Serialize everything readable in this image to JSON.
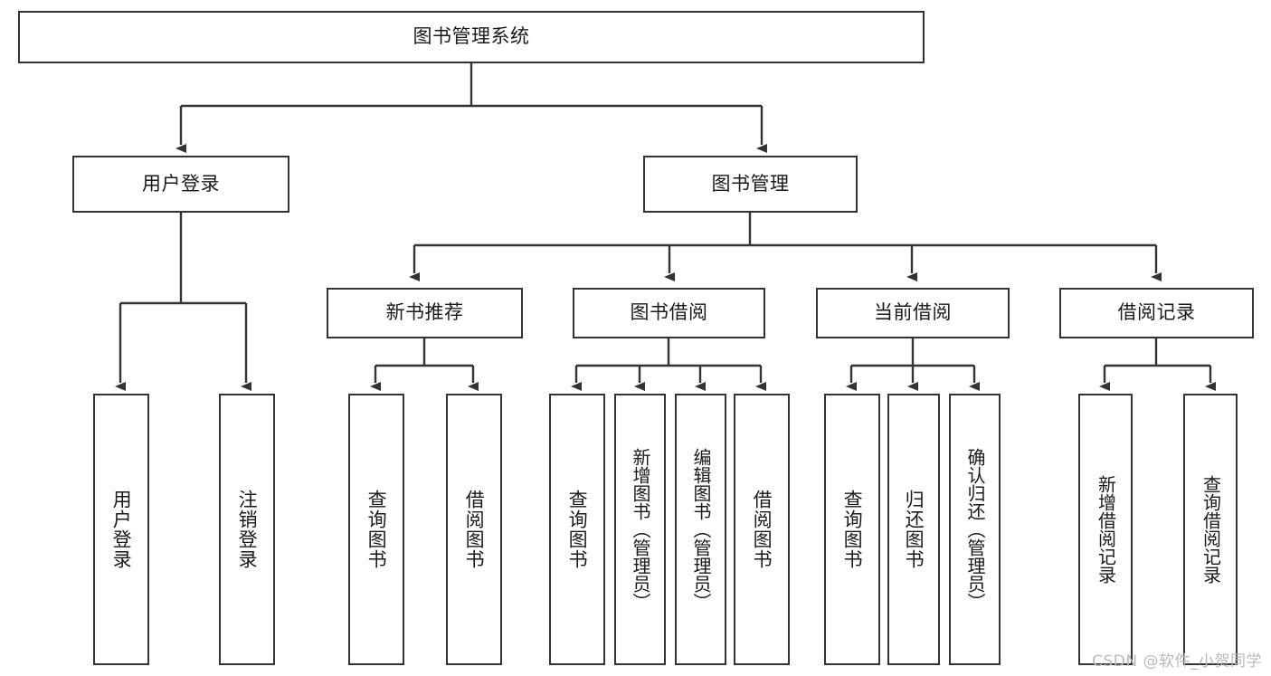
{
  "diagram": {
    "title": "图书管理系统",
    "type": "tree",
    "watermark": "CSDN @软件_小贺同学",
    "colors": {
      "box_border": "#333333",
      "box_fill": "#ffffff",
      "text": "#1a1a1a",
      "connector": "#333333",
      "watermark": "#b9b9b9",
      "background": "#ffffff"
    },
    "levels": {
      "root": "图书管理系统",
      "level2": [
        "用户登录",
        "图书管理"
      ],
      "level3": [
        "新书推荐",
        "图书借阅",
        "当前借阅",
        "借阅记录"
      ]
    },
    "nodes": {
      "root": {
        "label": "图书管理系统",
        "orientation": "horizontal"
      },
      "user_login": {
        "label": "用户登录",
        "orientation": "horizontal"
      },
      "book_manage": {
        "label": "图书管理",
        "orientation": "horizontal"
      },
      "new_book_rec": {
        "label": "新书推荐",
        "orientation": "horizontal"
      },
      "book_borrow": {
        "label": "图书借阅",
        "orientation": "horizontal"
      },
      "current_borrow": {
        "label": "当前借阅",
        "orientation": "horizontal"
      },
      "borrow_record": {
        "label": "借阅记录",
        "orientation": "horizontal"
      },
      "leaf_user_login": {
        "label": "用户登录",
        "orientation": "vertical"
      },
      "leaf_logout": {
        "label": "注销登录",
        "orientation": "vertical"
      },
      "leaf_query_book_1": {
        "label": "查询图书",
        "orientation": "vertical"
      },
      "leaf_borrow_book_1": {
        "label": "借阅图书",
        "orientation": "vertical"
      },
      "leaf_query_book_2": {
        "label": "查询图书",
        "orientation": "vertical"
      },
      "leaf_add_book": {
        "label": "新增图书（管理员）",
        "orientation": "vertical"
      },
      "leaf_edit_book": {
        "label": "编辑图书（管理员）",
        "orientation": "vertical"
      },
      "leaf_borrow_book_2": {
        "label": "借阅图书",
        "orientation": "vertical"
      },
      "leaf_query_book_3": {
        "label": "查询图书",
        "orientation": "vertical"
      },
      "leaf_return_book": {
        "label": "归还图书",
        "orientation": "vertical"
      },
      "leaf_confirm_return": {
        "label": "确认归还（管理员）",
        "orientation": "vertical"
      },
      "leaf_add_record": {
        "label": "新增借阅记录",
        "orientation": "vertical"
      },
      "leaf_query_record": {
        "label": "查询借阅记录",
        "orientation": "vertical"
      }
    },
    "edges": [
      {
        "from": "图书管理系统",
        "to": "用户登录"
      },
      {
        "from": "图书管理系统",
        "to": "图书管理"
      },
      {
        "from": "图书管理",
        "to": "新书推荐"
      },
      {
        "from": "图书管理",
        "to": "图书借阅"
      },
      {
        "from": "图书管理",
        "to": "当前借阅"
      },
      {
        "from": "图书管理",
        "to": "借阅记录"
      },
      {
        "from": "用户登录",
        "to": "用户登录"
      },
      {
        "from": "用户登录",
        "to": "注销登录"
      },
      {
        "from": "新书推荐",
        "to": "查询图书"
      },
      {
        "from": "新书推荐",
        "to": "借阅图书"
      },
      {
        "from": "图书借阅",
        "to": "查询图书"
      },
      {
        "from": "图书借阅",
        "to": "新增图书（管理员）"
      },
      {
        "from": "图书借阅",
        "to": "编辑图书（管理员）"
      },
      {
        "from": "图书借阅",
        "to": "借阅图书"
      },
      {
        "from": "当前借阅",
        "to": "查询图书"
      },
      {
        "from": "当前借阅",
        "to": "归还图书"
      },
      {
        "from": "当前借阅",
        "to": "确认归还（管理员）"
      },
      {
        "from": "借阅记录",
        "to": "新增借阅记录"
      },
      {
        "from": "借阅记录",
        "to": "查询借阅记录"
      }
    ]
  }
}
